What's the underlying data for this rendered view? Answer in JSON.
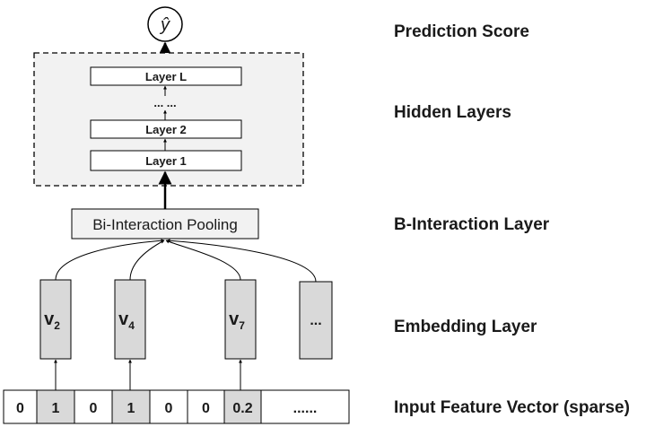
{
  "stages": {
    "prediction_score": "Prediction Score",
    "hidden_layers": "Hidden Layers",
    "bi_interaction_layer": "B-Interaction Layer",
    "embedding_layer": "Embedding Layer",
    "input_feature_vector": "Input Feature Vector (sparse)"
  },
  "output_node": {
    "label": "ŷ"
  },
  "hidden": {
    "layer_top": "Layer L",
    "ellipsis": "... ...",
    "layer_2": "Layer 2",
    "layer_1": "Layer 1"
  },
  "bi_interaction_box": {
    "label": "Bi-Interaction Pooling"
  },
  "embeddings": [
    {
      "base": "v",
      "sub": "2"
    },
    {
      "base": "v",
      "sub": "4"
    },
    {
      "base": "v",
      "sub": "7"
    },
    {
      "base": "...",
      "sub": ""
    }
  ],
  "input_vector": {
    "cells": [
      {
        "value": "0",
        "active": false
      },
      {
        "value": "1",
        "active": true
      },
      {
        "value": "0",
        "active": false
      },
      {
        "value": "1",
        "active": true
      },
      {
        "value": "0",
        "active": false
      },
      {
        "value": "0",
        "active": false
      },
      {
        "value": "0.2",
        "active": true
      },
      {
        "value": "......",
        "active": false
      }
    ]
  },
  "colors": {
    "active_fill": "#d9d9d9",
    "hidden_region_fill": "#f2f2f2",
    "embedding_fill": "#d9d9d9",
    "pooling_fill": "#f2f2f2",
    "stroke": "#000000"
  }
}
